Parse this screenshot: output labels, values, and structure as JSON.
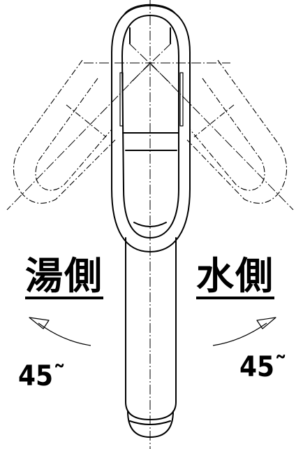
{
  "labels": {
    "hot_side": "湯側",
    "cold_side": "水側",
    "angle_left": "45˜",
    "angle_right": "45˜"
  },
  "colors": {
    "line": "#000000",
    "background": "#ffffff"
  }
}
